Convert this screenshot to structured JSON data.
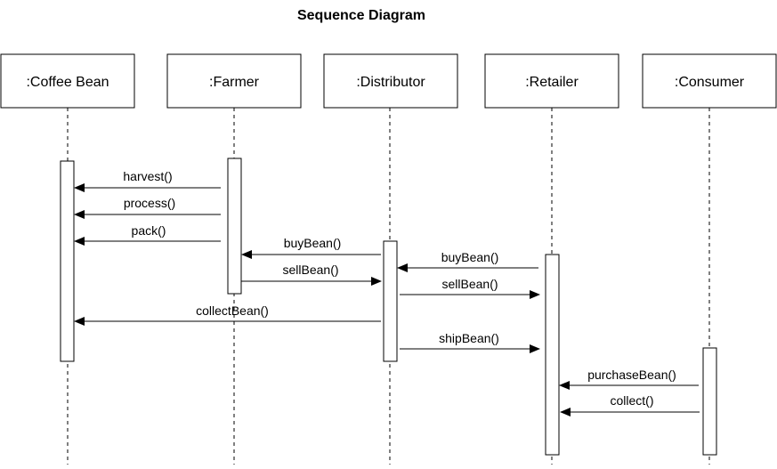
{
  "title": "Sequence Diagram",
  "participants": [
    {
      "id": "coffee-bean",
      "label": ":Coffee Bean"
    },
    {
      "id": "farmer",
      "label": ":Farmer"
    },
    {
      "id": "distributor",
      "label": ":Distributor"
    },
    {
      "id": "retailer",
      "label": ":Retailer"
    },
    {
      "id": "consumer",
      "label": ":Consumer"
    }
  ],
  "messages": [
    {
      "label": "harvest()",
      "from": "farmer",
      "to": "coffee-bean"
    },
    {
      "label": "process()",
      "from": "farmer",
      "to": "coffee-bean"
    },
    {
      "label": "pack()",
      "from": "farmer",
      "to": "coffee-bean"
    },
    {
      "label": "buyBean()",
      "from": "distributor",
      "to": "farmer"
    },
    {
      "label": "buyBean()",
      "from": "retailer",
      "to": "distributor"
    },
    {
      "label": "sellBean()",
      "from": "farmer",
      "to": "distributor"
    },
    {
      "label": "sellBean()",
      "from": "distributor",
      "to": "retailer"
    },
    {
      "label": "collectBean()",
      "from": "distributor",
      "to": "coffee-bean"
    },
    {
      "label": "shipBean()",
      "from": "distributor",
      "to": "retailer"
    },
    {
      "label": "purchaseBean()",
      "from": "consumer",
      "to": "retailer"
    },
    {
      "label": "collect()",
      "from": "consumer",
      "to": "retailer"
    }
  ]
}
